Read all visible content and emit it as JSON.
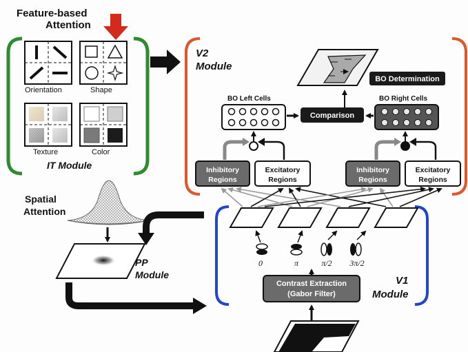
{
  "labels": {
    "feature_attention_1": "Feature-based",
    "feature_attention_2": "Attention",
    "orientation": "Orientation",
    "shape": "Shape",
    "texture": "Texture",
    "color": "Color",
    "it_module": "IT Module",
    "v2_1": "V2",
    "v2_2": "Module",
    "bo_left": "BO Left Cells",
    "bo_right": "BO Right Cells",
    "comparison": "Comparison",
    "bo_determination": "BO Determination",
    "inhibitory_1": "Inhibitory",
    "inhibitory_2": "Regions",
    "excitatory_1": "Excitatory",
    "excitatory_2": "Regions",
    "spatial_1": "Spatial",
    "spatial_2": "Attention",
    "pp_1": "PP",
    "pp_2": "Module",
    "contrast_1": "Contrast Extraction",
    "contrast_2": "(Gabor Filter)",
    "v1_1": "V1",
    "v1_2": "Module",
    "angle_0": "0",
    "angle_pi": "π",
    "angle_pi2": "π/2",
    "angle_3pi2": "3π/2"
  },
  "colors": {
    "it_bracket": "#2e8b2e",
    "v2_bracket": "#e0562a",
    "v1_bracket": "#2345c8",
    "attention_arrow": "#d42a1c",
    "dark_box": "#1a1a1a",
    "gray_box": "#6b6b6b"
  }
}
